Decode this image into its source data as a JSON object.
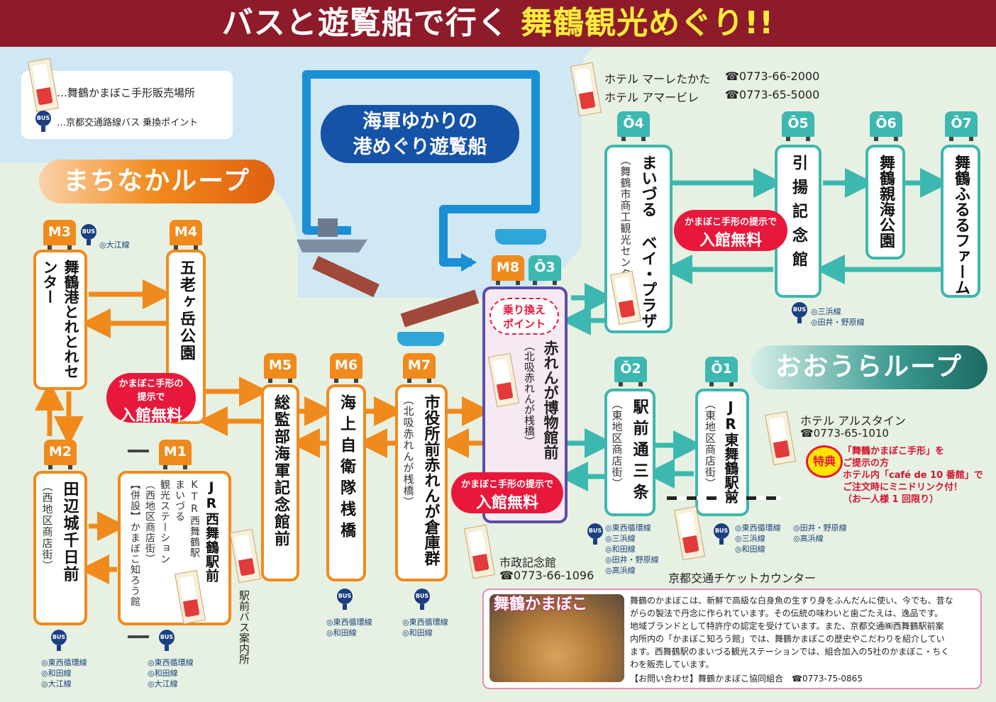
{
  "header": {
    "part1": "バスと遊覧船で行く",
    "part2": "舞鶴観光めぐり!!"
  },
  "legend": {
    "stamp_label": "…舞鶴かまぼこ手形販売場所",
    "bus_label": "…京都交通路線バス 乗換ポイント",
    "bus_icon_text": "BUS"
  },
  "cruise": {
    "line1": "海軍ゆかりの",
    "line2": "港めぐり遊覧船"
  },
  "machinaka_loop": "まちなかループ",
  "oura_loop": "おおうらループ",
  "free_badge": {
    "small1": "かまぼこ手形の",
    "small2": "提示で",
    "small_one_line": "かまぼこ手形の提示で",
    "big": "入館無料"
  },
  "transfer_point": "乗り換え\nポイント",
  "stops": {
    "M3": {
      "code": "M3",
      "name": "舞鶴港とれとれセンター"
    },
    "M4": {
      "code": "M4",
      "name": "五老ヶ岳公園"
    },
    "M2": {
      "code": "M2",
      "name": "田辺城千日前",
      "sub": "（西地区商店街）"
    },
    "M1": {
      "code": "M1",
      "name": "JR西舞鶴駅前",
      "col2": "KTR西舞鶴駅",
      "col3": "まいづる",
      "col4": "観光ステーション",
      "col5": "（西地区商店街）",
      "col6": "【併設】かまぼこ知ろう館",
      "side": "駅前バス案内所"
    },
    "M5": {
      "code": "M5",
      "name": "総監部海軍記念館前"
    },
    "M6": {
      "code": "M6",
      "name": "海上自衛隊桟橋"
    },
    "M7": {
      "code": "M7",
      "name": "市役所前赤れんが倉庫群",
      "sub": "（北吸赤れんが桟橋）"
    },
    "M8": {
      "code": "M8",
      "name": "赤れんが博物館前",
      "sub": "（北吸赤れんが桟橋）"
    },
    "O3": {
      "code": "Ō3"
    },
    "O4": {
      "code": "Ō4",
      "name": "まいづる ベイ・プラザ",
      "sub": "（舞鶴市商工観光センター）"
    },
    "O5": {
      "code": "Ō5",
      "name": "引揚記念館"
    },
    "O6": {
      "code": "Ō6",
      "name": "舞鶴親海公園"
    },
    "O7": {
      "code": "Ō7",
      "name": "舞鶴ふるるファーム"
    },
    "O2": {
      "code": "Ō2",
      "name": "駅前通三条",
      "sub": "（東地区商店街）"
    },
    "O1": {
      "code": "Ō1",
      "name": "JR東舞鶴駅前",
      "sub": "（東地区商店街）"
    }
  },
  "bus_notes": {
    "m3": "◎大江線",
    "o4": "◎三浜線\n◎田井・野原線",
    "m6": "◎東西循環線\n◎和田線",
    "m7": "◎東西循環線\n◎和田線",
    "m2": "◎東西循環線\n◎和田線\n◎大江線",
    "m1": "◎東西循環線\n◎和田線\n◎大江線",
    "o2": "◎東西循環線\n◎三浜線\n◎和田線\n◎田井・野原線\n◎高浜線",
    "o1a": "◎東西循環線\n◎三浜線\n◎和田線",
    "o1b": "◎田井・野原線\n◎高浜線"
  },
  "hotels": {
    "h1_name": "ホテル マーレたかた",
    "h1_tel": "☎0773-66-2000",
    "h2_name": "ホテル アマービレ",
    "h2_tel": "☎0773-65-5000",
    "h3_name": "ホテル アルスタイン",
    "h3_tel": "☎0773-65-1010"
  },
  "tokuten": {
    "badge": "特典",
    "line1": "「舞鶴かまぼこ手形」を",
    "line2": "ご提示の方",
    "line3": "ホテル内「café de 10 番館」で",
    "line4": "ご注文時にミニドリンク付！",
    "line5": "（お一人様 1 回限り）"
  },
  "shisei": {
    "name": "市政記念館",
    "tel": "☎0773-66-1096"
  },
  "ticket_counter": "京都交通チケットカウンター",
  "kamaboko": {
    "title": "舞鶴かまぼこ",
    "p1": "舞鶴のかまぼこは、新鮮で高級な白身魚の生すり身をふんだんに使い、今でも、昔な",
    "p2": "がらの製法で丹念に作られています。その伝統の味わいと歯ごたえは、逸品です。",
    "p3": "地域ブランドとして特許庁の認定を受けています。また、京都交通㈱西舞鶴駅前案",
    "p4": "内所内の「かまぼこ知ろう館」では、舞鶴かまぼこの歴史やこだわりを紹介してい",
    "p5": "ます。西舞鶴駅のまいづる観光ステーションでは、組合加入の5社のかまぼこ・ちく",
    "p6": "わを販売しています。",
    "contact": "【お問い合わせ】舞鶴かまぼこ協同組合　☎0773-75-0865"
  },
  "colors": {
    "machinaka": "#f08a1c",
    "oura": "#3cb8b0",
    "header_bg": "#8d1b2a",
    "header_highlight": "#ffec3a",
    "badge_red": "#e8183c",
    "cruise_blue": "#1a8fd6"
  }
}
